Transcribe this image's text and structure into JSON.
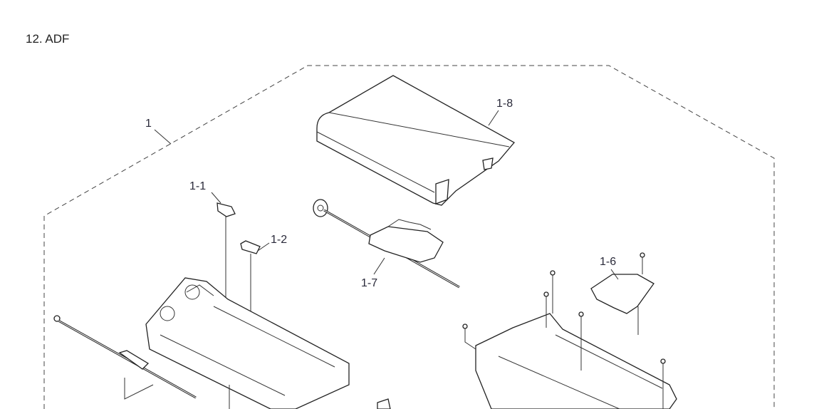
{
  "section_title": "12. ADF",
  "callouts": {
    "assembly": "1",
    "part_1_1": "1-1",
    "part_1_2": "1-2",
    "part_1_6": "1-6",
    "part_1_7": "1-7",
    "part_1_8": "1-8"
  }
}
